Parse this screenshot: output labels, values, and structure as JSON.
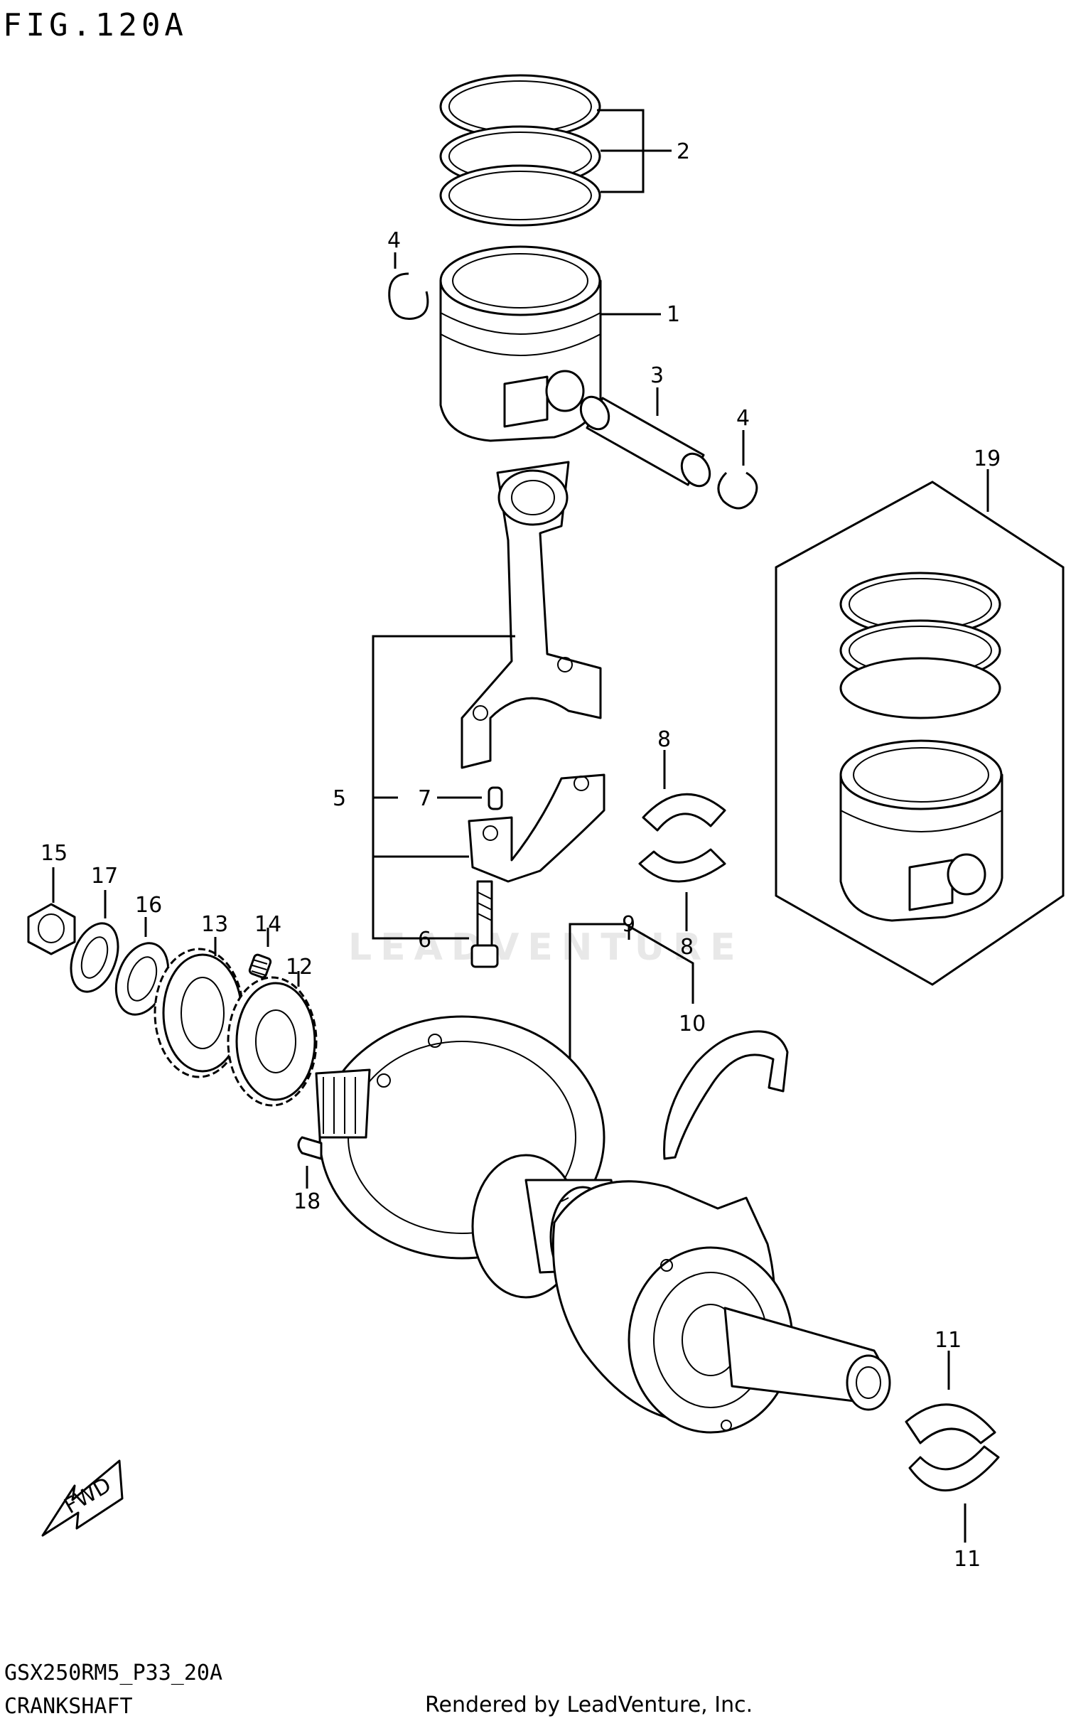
{
  "figure": {
    "title": "FIG.120A"
  },
  "footer": {
    "code": "GSX250RM5_P33_20A",
    "name": "CRANKSHAFT",
    "rendered_by": "Rendered by LeadVenture, Inc."
  },
  "watermark": "LEADVENTURE",
  "fwd_arrow": "FWD",
  "callouts": {
    "c1": "1",
    "c2": "2",
    "c3": "3",
    "c4a": "4",
    "c4b": "4",
    "c5": "5",
    "c6": "6",
    "c7": "7",
    "c8a": "8",
    "c8b": "8",
    "c9": "9",
    "c10": "10",
    "c11a": "11",
    "c11b": "11",
    "c12": "12",
    "c13": "13",
    "c14": "14",
    "c15": "15",
    "c16": "16",
    "c17": "17",
    "c18": "18",
    "c19": "19"
  }
}
